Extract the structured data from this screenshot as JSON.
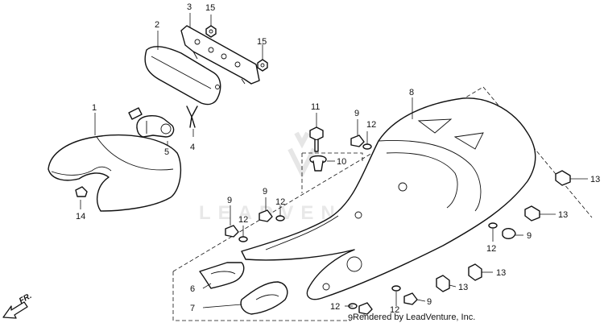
{
  "watermark": "LEADVENTURE",
  "direction_label": "FR.",
  "credit": "Rendered by LeadVenture, Inc.",
  "callouts": [
    "1",
    "2",
    "3",
    "4",
    "5",
    "6",
    "7",
    "8",
    "9",
    "10",
    "11",
    "12",
    "13",
    "14",
    "15"
  ],
  "parts": {
    "seat": "1",
    "seat_cowl_pad": "2",
    "stay_bracket": "3",
    "spring_clip": "4",
    "lock_assembly": "5",
    "plate_a": "6",
    "plate_b": "7",
    "rear_cowl": "8",
    "screw": "9",
    "grommet": "10",
    "bolt": "11",
    "washer": "12",
    "nut_clip": "13",
    "cap_nut": "14",
    "nut": "15"
  }
}
